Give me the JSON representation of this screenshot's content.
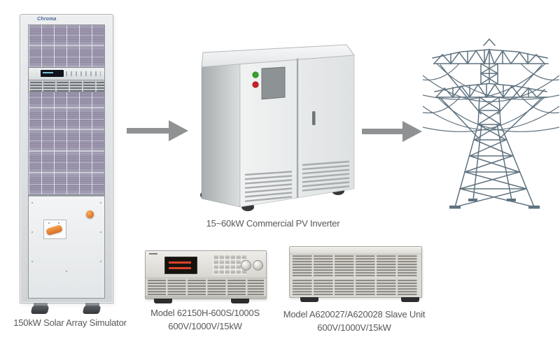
{
  "diagram": {
    "rack": {
      "brand": "Chroma",
      "caption": "150kW Solar Array Simulator"
    },
    "inverter": {
      "caption": "15~60kW Commercial PV Inverter"
    },
    "master_unit": {
      "caption_line1": "Model 62150H-600S/1000S",
      "caption_line2": "600V/1000V/15kW"
    },
    "slave_unit": {
      "caption_line1": "Model A620027/A620028 Slave Unit",
      "caption_line2": "600V/1000V/15kW"
    },
    "colors": {
      "caption_text": "#57585a",
      "arrow": "#8f9193",
      "tower": "#5f727f",
      "led_green": "#35a32e",
      "led_red": "#c92127",
      "orange_control": "#dd6f21",
      "mesh_purple": "#9c95ad"
    }
  }
}
